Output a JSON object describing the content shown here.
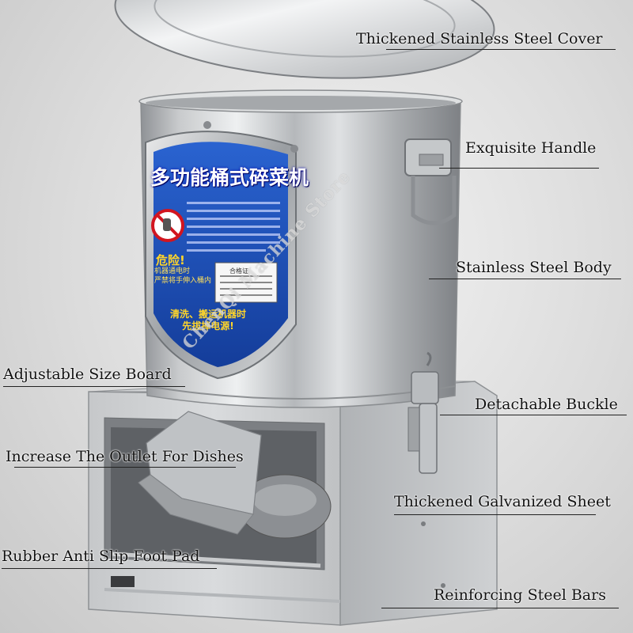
{
  "callouts": {
    "cover": "Thickened Stainless Steel Cover",
    "handle": "Exquisite Handle",
    "body": "Stainless Steel Body",
    "size_board": "Adjustable Size Board",
    "buckle": "Detachable Buckle",
    "outlet": "Increase The Outlet For Dishes",
    "galvanized": "Thickened Galvanized Sheet",
    "foot_pad": "Rubber Anti Slip Foot Pad",
    "steel_bars": "Reinforcing Steel Bars"
  },
  "watermark": "ChenQi Machine Store",
  "label": {
    "title": "多功能桶式碎菜机",
    "warning": "危险!",
    "warning_line_1": "机器通电时",
    "warning_line_2": "严禁将手伸入桶内",
    "bottom_line_1": "清洗、搬运机器时",
    "bottom_line_2": "先拔掉电源!",
    "cert": "合格证"
  },
  "icons": [
    "stainless-pot",
    "warning-shield",
    "no-hand-icon"
  ],
  "colors": {
    "label_blue": "#1d4fb8",
    "label_yellow": "#ffd52a",
    "steel": "#b9bcbf"
  }
}
